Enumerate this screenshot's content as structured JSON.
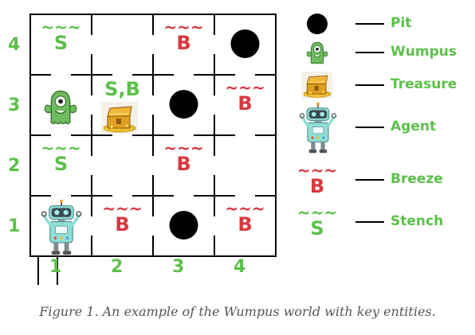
{
  "colors": {
    "green": "#5cc04a",
    "red": "#d8393f",
    "black": "#000000",
    "monster_body": "#6fbb5f",
    "robot_body": "#8fded6",
    "treasure_gold": "#f2c12e",
    "caption_gray": "#555555"
  },
  "symbols": {
    "breeze_wave": "~~~",
    "breeze_letter": "B",
    "stench_wave": "~~~",
    "stench_letter": "S",
    "stench_breeze_combo": "S,B"
  },
  "grid": {
    "row_labels": [
      "4",
      "3",
      "2",
      "1"
    ],
    "col_labels": [
      "1",
      "2",
      "3",
      "4"
    ],
    "cells": [
      {
        "row": 4,
        "col": 1,
        "content": [
          "stench"
        ]
      },
      {
        "row": 4,
        "col": 2,
        "content": []
      },
      {
        "row": 4,
        "col": 3,
        "content": [
          "breeze"
        ]
      },
      {
        "row": 4,
        "col": 4,
        "content": [
          "pit"
        ]
      },
      {
        "row": 3,
        "col": 1,
        "content": [
          "wumpus"
        ]
      },
      {
        "row": 3,
        "col": 2,
        "content": [
          "stench",
          "breeze",
          "treasure"
        ]
      },
      {
        "row": 3,
        "col": 3,
        "content": [
          "pit"
        ]
      },
      {
        "row": 3,
        "col": 4,
        "content": [
          "breeze"
        ]
      },
      {
        "row": 2,
        "col": 1,
        "content": [
          "stench"
        ]
      },
      {
        "row": 2,
        "col": 2,
        "content": []
      },
      {
        "row": 2,
        "col": 3,
        "content": [
          "breeze"
        ]
      },
      {
        "row": 2,
        "col": 4,
        "content": []
      },
      {
        "row": 1,
        "col": 1,
        "content": [
          "agent"
        ]
      },
      {
        "row": 1,
        "col": 2,
        "content": [
          "breeze"
        ]
      },
      {
        "row": 1,
        "col": 3,
        "content": [
          "pit"
        ]
      },
      {
        "row": 1,
        "col": 4,
        "content": [
          "breeze"
        ]
      }
    ]
  },
  "legend": [
    {
      "key": "pit",
      "label": "Pit",
      "icon": "pit-icon"
    },
    {
      "key": "wumpus",
      "label": "Wumpus",
      "icon": "wumpus-icon"
    },
    {
      "key": "treasure",
      "label": "Treasure",
      "icon": "treasure-icon"
    },
    {
      "key": "agent",
      "label": "Agent",
      "icon": "agent-icon"
    },
    {
      "key": "breeze",
      "label": "Breeze",
      "icon": "breeze-icon"
    },
    {
      "key": "stench",
      "label": "Stench",
      "icon": "stench-icon"
    }
  ],
  "caption": "Figure 1.  An example of the Wumpus world with key entities."
}
